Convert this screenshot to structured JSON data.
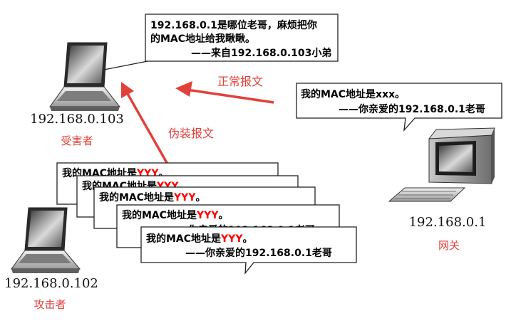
{
  "victim": {
    "ip": "192.168.0.103",
    "role": "受害者",
    "request_line1": "192.168.0.1是哪位老哥，麻烦把你",
    "request_line2": "的MAC地址给我瞅瞅。",
    "request_line3": "——来自192.168.0.103小弟"
  },
  "gateway": {
    "ip": "192.168.0.1",
    "role": "网关",
    "reply_line1": "我的MAC地址是xxx。",
    "reply_line2": "——你亲爱的192.168.0.1老哥"
  },
  "attacker": {
    "ip": "192.168.0.102",
    "role": "攻击者",
    "fake_prefix": "我的MAC地址是",
    "fake_mac": "YYY",
    "fake_suffix": "。",
    "fake_sign": "——你亲爱的192.168.0.1老哥"
  },
  "arrows": {
    "normal_label": "正常报文",
    "fake_label": "伪装报文"
  },
  "colors": {
    "accent": "#e2413b",
    "fake_mac_color": "#ff0000"
  }
}
